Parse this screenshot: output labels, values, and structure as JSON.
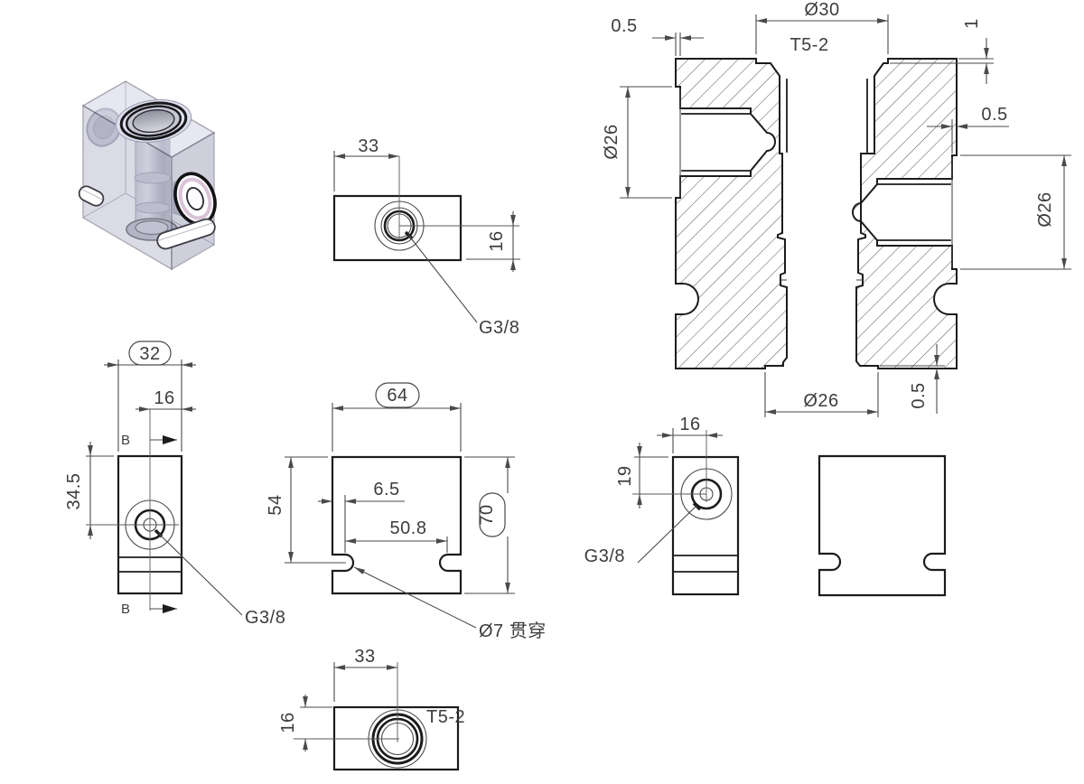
{
  "labels": {
    "top_view": {
      "width": "33",
      "center_offset": "16",
      "thread": "G3/8"
    },
    "side_view": {
      "width": "32",
      "center_offset": "16",
      "port_height": "34.5",
      "section": "B",
      "thread": "G3/8"
    },
    "front_view": {
      "width": "64",
      "height": "70",
      "depth": "54",
      "slot_offset": "6.5",
      "slot_span": "50.8",
      "slot_note": "Ø7 贯穿"
    },
    "bottom_view": {
      "width": "33",
      "center_offset": "16",
      "thread": "T5-2"
    },
    "section_view": {
      "spotface_left": "0.5",
      "top_bore": "Ø30",
      "thread": "T5-2",
      "top_step": "1",
      "left_port": "Ø26",
      "spotface_right": "0.5",
      "right_port": "Ø26",
      "bottom_port": "Ø26",
      "spotface_bottom": "0.5"
    },
    "port_view": {
      "center_offset": "16",
      "port_depth": "19",
      "thread": "G3/8"
    }
  },
  "colors": {
    "background": "#ffffff",
    "object_line": "#1c1c1c",
    "dim_line": "#4a4a4a",
    "text": "#3d3d3d",
    "iso_top_face": "#d3d5e4",
    "iso_front_face": "#b6b8cc",
    "iso_right_face": "#9ea1b8",
    "iso_seal_ring": "#d9c2d6"
  }
}
